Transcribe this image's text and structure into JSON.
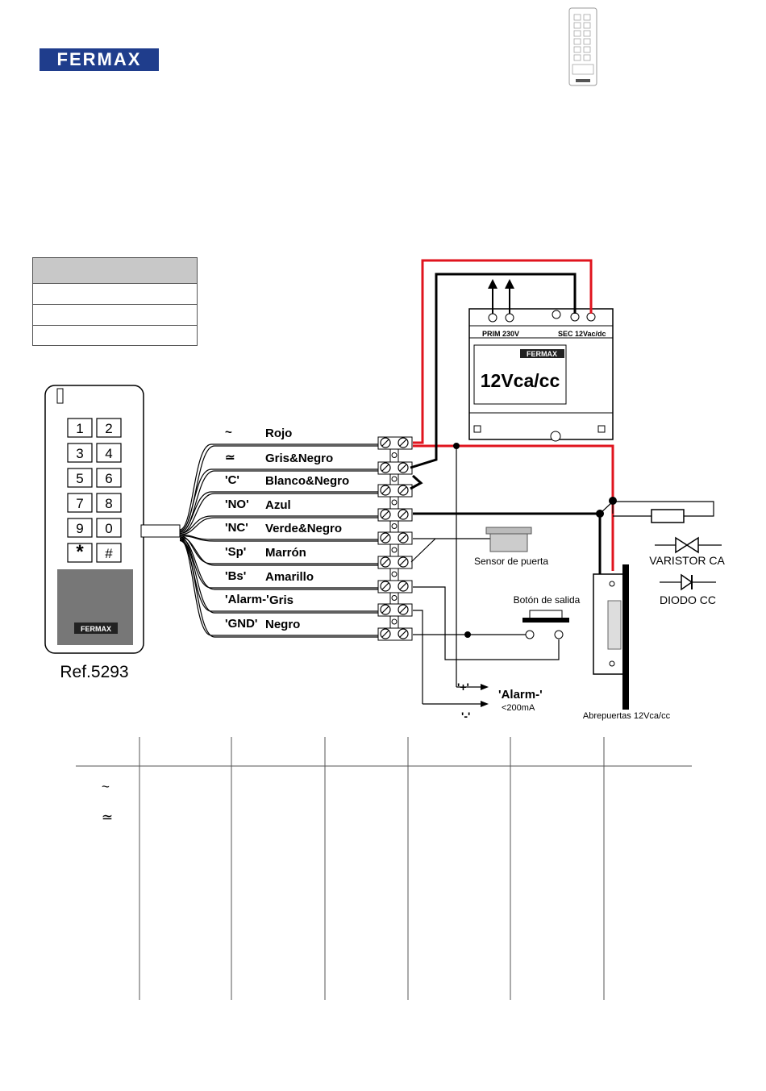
{
  "brand": {
    "logo_text": "FERMAX",
    "color": "#1f3d8c"
  },
  "keypad": {
    "keys": [
      "1",
      "2",
      "3",
      "4",
      "5",
      "6",
      "7",
      "8",
      "9",
      "0",
      "*",
      "#"
    ],
    "badge": "FERMAX",
    "ref": "Ref.5293"
  },
  "thumbnail": {
    "badge": "FERMAX"
  },
  "power_supply": {
    "prim_label": "PRIM 230V",
    "sec_label": "SEC 12Vac/dc",
    "badge": "FERMAX",
    "voltage": "12Vca/cc"
  },
  "wires": [
    {
      "term": "~",
      "color": "Rojo"
    },
    {
      "term": "≃",
      "color": "Gris&Negro"
    },
    {
      "term": "'C'",
      "color": "Blanco&Negro"
    },
    {
      "term": "'NO'",
      "color": "Azul"
    },
    {
      "term": "'NC'",
      "color": "Verde&Negro"
    },
    {
      "term": "'Sp'",
      "color": "Marrón"
    },
    {
      "term": "'Bs'",
      "color": "Amarillo"
    },
    {
      "term": "'Alarm-'",
      "color": "Gris"
    },
    {
      "term": "'GND'",
      "color": "Negro"
    }
  ],
  "components": {
    "sensor": "Sensor de puerta",
    "button": "Botón de salida",
    "varistor": "VARISTOR CA",
    "diode": "DIODO CC",
    "lock": "Abrepuertas 12Vca/cc"
  },
  "alarm": {
    "plus": "'+'",
    "minus": "'-'",
    "label": "'Alarm-'",
    "limit": "<200mA"
  },
  "table": {
    "row_symbols": [
      "~",
      "≃"
    ]
  },
  "colors": {
    "red_wire": "#e0141e",
    "wire": "#000000"
  }
}
